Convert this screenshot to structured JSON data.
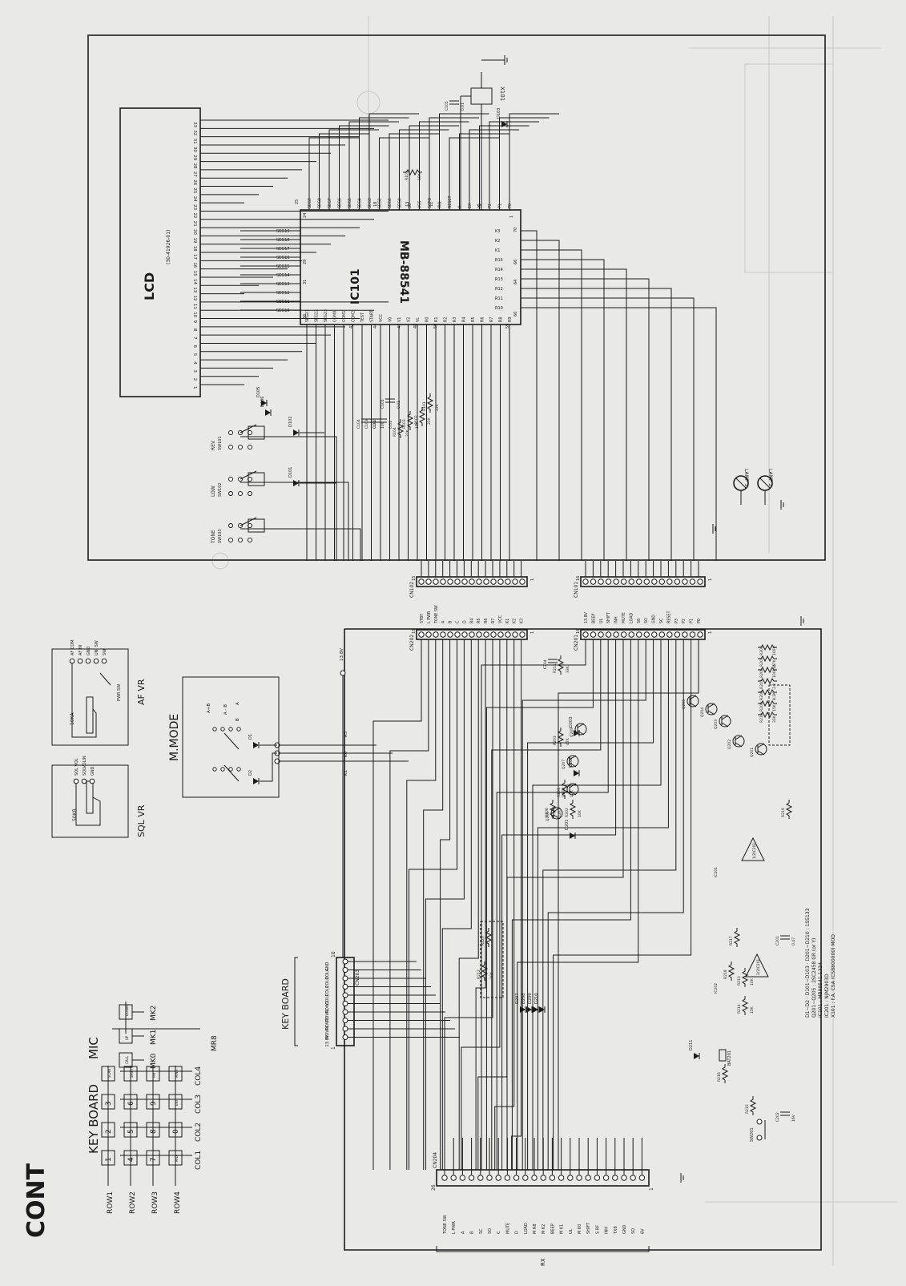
{
  "title": "CONT",
  "lcd": {
    "title": "LCD",
    "part": "(30-41926-01)",
    "pins": [
      "1",
      "2",
      "3",
      "4",
      "5",
      "6",
      "7",
      "8",
      "9",
      "10",
      "11",
      "12",
      "13",
      "14",
      "15",
      "16",
      "17",
      "18",
      "19",
      "20",
      "21",
      "22",
      "23",
      "24",
      "25",
      "26",
      "27",
      "28",
      "29",
      "30",
      "31",
      "32",
      "33"
    ]
  },
  "ic101": {
    "ref": "IC101",
    "part": "MB-88541",
    "left_pins": [
      "SEG21",
      "SEG22",
      "SEG23",
      "COM0",
      "COM1",
      "COM2",
      "TEST",
      "START",
      "VCC",
      "V0",
      "V1",
      "V2",
      "VL",
      "R0",
      "R1",
      "R2",
      "R3",
      "R4",
      "R5",
      "R6",
      "R7",
      "R8",
      "R9"
    ],
    "top_pins": [
      "SEG19",
      "SEG18",
      "SEG17",
      "SEG16",
      "SEG15",
      "SEG14",
      "SEG13",
      "SEG12",
      "SEG11",
      "SEG10"
    ],
    "right_pins": [
      "K3",
      "K2",
      "K1",
      "R15",
      "R14",
      "R13",
      "R12",
      "R11",
      "R10"
    ],
    "bottom_pins": [
      "SEG9",
      "SEG8",
      "SEG7",
      "SEG6",
      "SEG5",
      "SEG4",
      "SEG3",
      "SEG2",
      "SEG1",
      "SEG0",
      "SO",
      "VSS",
      "SCTO",
      "IRQ",
      "RESET",
      "X",
      "EX",
      "P3",
      "P2",
      "P1",
      "P0"
    ],
    "pin_numbers": [
      "25",
      "24",
      "29",
      "31",
      "36",
      "42",
      "44",
      "47",
      "48",
      "50",
      "59",
      "60",
      "64",
      "66",
      "70",
      "1",
      "6",
      "11",
      "13",
      "18"
    ]
  },
  "keyboard_matrix": {
    "title": "KEY BOARD",
    "rows": [
      "ROW1",
      "ROW2",
      "ROW3",
      "ROW4"
    ],
    "cols": [
      "COL1",
      "COL2",
      "COL3",
      "COL4"
    ],
    "keys": [
      [
        "1",
        "2",
        "3",
        "SCAN"
      ],
      [
        "4",
        "5",
        "6",
        "SHIFT"
      ],
      [
        "7",
        "8",
        "9",
        "PRI"
      ],
      [
        "M/D",
        "0",
        "ENT",
        "MWR"
      ]
    ]
  },
  "mic": {
    "title": "MIC",
    "keys": [
      "CALL",
      "UP",
      "DOWN"
    ],
    "labels": [
      "MK0",
      "MK1",
      "MK2",
      "MR8"
    ]
  },
  "sql_vr": {
    "title": "SQL VR",
    "value": "50KB",
    "pins": [
      "SQL VOL",
      "SQLVOLIN",
      "GND"
    ]
  },
  "af_vr": {
    "title": "AF VR",
    "value": "10KA",
    "pins": [
      "AF COM",
      "AF IN",
      "GND",
      "UN. SW",
      "SW"
    ],
    "switch": "PWR SW"
  },
  "m_mode": {
    "title": "M.MODE",
    "labels": [
      "A+B",
      "A - B",
      "A",
      "B",
      "D1",
      "D2"
    ]
  },
  "switches": [
    {
      "name": "REV",
      "ref": "SW101"
    },
    {
      "name": "LOW",
      "ref": "SW102"
    },
    {
      "name": "TONE",
      "ref": "SW103"
    }
  ],
  "diodes": [
    "D101",
    "D102",
    "D103",
    "D105",
    "D106",
    "D201",
    "D202",
    "D203",
    "D207",
    "D208",
    "D209",
    "D210",
    "D211"
  ],
  "resistors": [
    "R101",
    "R102",
    "R103",
    "R104",
    "R105",
    "R106",
    "R201",
    "R202",
    "R203",
    "R204",
    "R205",
    "R206",
    "R207",
    "R208",
    "R209",
    "R210",
    "R211",
    "R212",
    "R213",
    "R214",
    "R215",
    "R216",
    "R217",
    "R218",
    "R219",
    "R220"
  ],
  "resistor_values": [
    "22K",
    "22K",
    "15K",
    "22K",
    "10K",
    "22K",
    "10K",
    "10K",
    "47K",
    "100K",
    "47K",
    "100Kx5",
    "2.2",
    "8.2K",
    "15K",
    "33K",
    "33K",
    "10K",
    "10K",
    "15K"
  ],
  "capacitors": [
    "C101",
    "C102",
    "C103",
    "C104",
    "C105",
    "C201",
    "C202",
    "C204"
  ],
  "capacitor_values": [
    "0.01",
    "0.01",
    "100",
    "0.01",
    "0.01",
    "0.47",
    "16V"
  ],
  "crystal": "X101",
  "lamps": [
    "LAMP 1",
    "LAMP 2"
  ],
  "transistors": [
    "Q201",
    "Q202",
    "Q203",
    "Q204",
    "Q205",
    "Q206",
    "Q207",
    "Q208",
    "Q209"
  ],
  "opamps": [
    "IC201",
    "IC202"
  ],
  "opamp_labels": [
    "1/2IC201",
    "1/2IC201"
  ],
  "battery": "BAT201",
  "sw201": "SW201",
  "cn101": {
    "ref": "CN101",
    "pin_first": "16",
    "pin_last": "1",
    "labels": [
      "13.8V",
      "BEEP",
      "UL",
      "SHIFT",
      "INH",
      "MUTE",
      "LOAD",
      "S8",
      "SO",
      "GND",
      "SC",
      "RESET",
      "P3",
      "P2",
      "P1",
      "P0"
    ]
  },
  "cn102": {
    "ref": "CN102",
    "pin_first": "15",
    "pin_last": "1",
    "labels": [
      "STBY",
      "L PWR",
      "TONE SW",
      "A",
      "B",
      "C",
      "D",
      "R4",
      "R5",
      "R6",
      "R7",
      "VCC",
      "K1",
      "K2",
      "K3"
    ]
  },
  "cn201": {
    "ref": "CN201",
    "pin_first": "16",
    "pin_last": "1"
  },
  "cn202": {
    "ref": "CN202",
    "pin_first": "15",
    "pin_last": "1"
  },
  "cn203": {
    "ref": "CN203",
    "pin_first": "10",
    "pin_last": "1",
    "title": "KEY BOARD",
    "labels": [
      "GND",
      "COL4",
      "COL3",
      "COL2",
      "COL1",
      "ROW1",
      "ROW2",
      "ROW3",
      "ROW4",
      "13.8V"
    ]
  },
  "cn204": {
    "ref": "CN204",
    "pin_first": "26",
    "pin_last": "1",
    "labels": [
      "TONE SW",
      "L PWR",
      "A",
      "B",
      "SC",
      "SO",
      "C",
      "MUTE",
      "D",
      "LOAD",
      "M R8",
      "M K2",
      "BEEP",
      "M K1",
      "UL",
      "M K0",
      "SHIFT",
      "S RF",
      "INH",
      "TX8",
      "GND",
      "SQ",
      "6V"
    ],
    "bus_label": "RX"
  },
  "net_labels": [
    "13.8V",
    "R5",
    "K0",
    "K1",
    "STBY"
  ],
  "notes": [
    "D1~D2 · D101~D103 · D201~D210 : 1SS133",
    "Q201~Q205 : 2SC2458 GR (or Y)",
    "IC101 : MB88541-1334",
    "IC201 : NJM2903D",
    "X101 : F.A. CSA (CSB800000) MOD"
  ]
}
